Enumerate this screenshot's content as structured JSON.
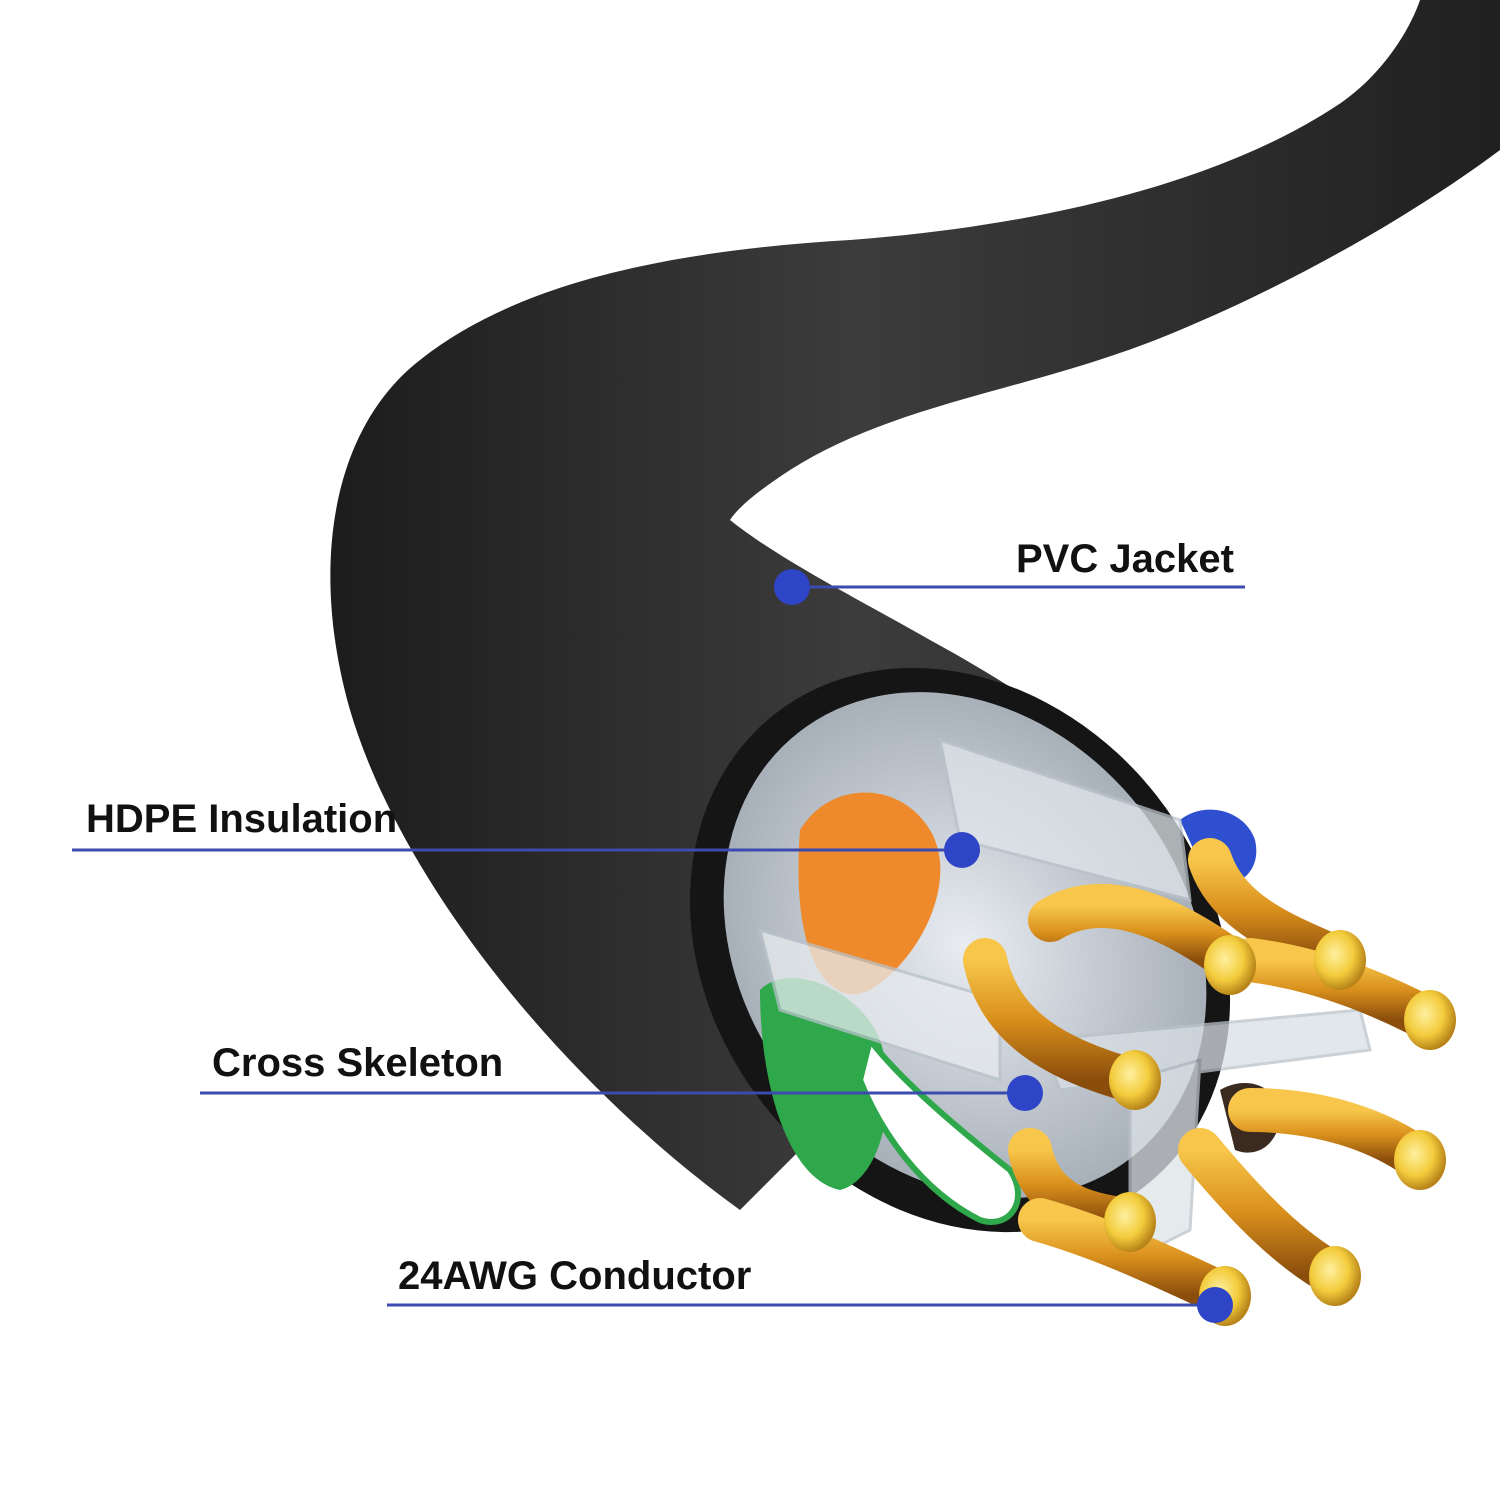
{
  "callouts": {
    "pvc_jacket": "PVC Jacket",
    "hdpe_insulation": "HDPE Insulation",
    "cross_skeleton": "Cross Skeleton",
    "conductor": "24AWG Conductor"
  },
  "colors": {
    "background": "#ffffff",
    "jacket": "#2b2b2b",
    "leader_line": "#3b4bb0",
    "marker_dot": "#2f45c8",
    "copper": "#d8951e",
    "pair_orange": "#ef8a2a",
    "pair_green": "#2ea84a",
    "pair_blue": "#2d4fd0",
    "pair_brown": "#3a2a20",
    "label_text": "#111111"
  }
}
